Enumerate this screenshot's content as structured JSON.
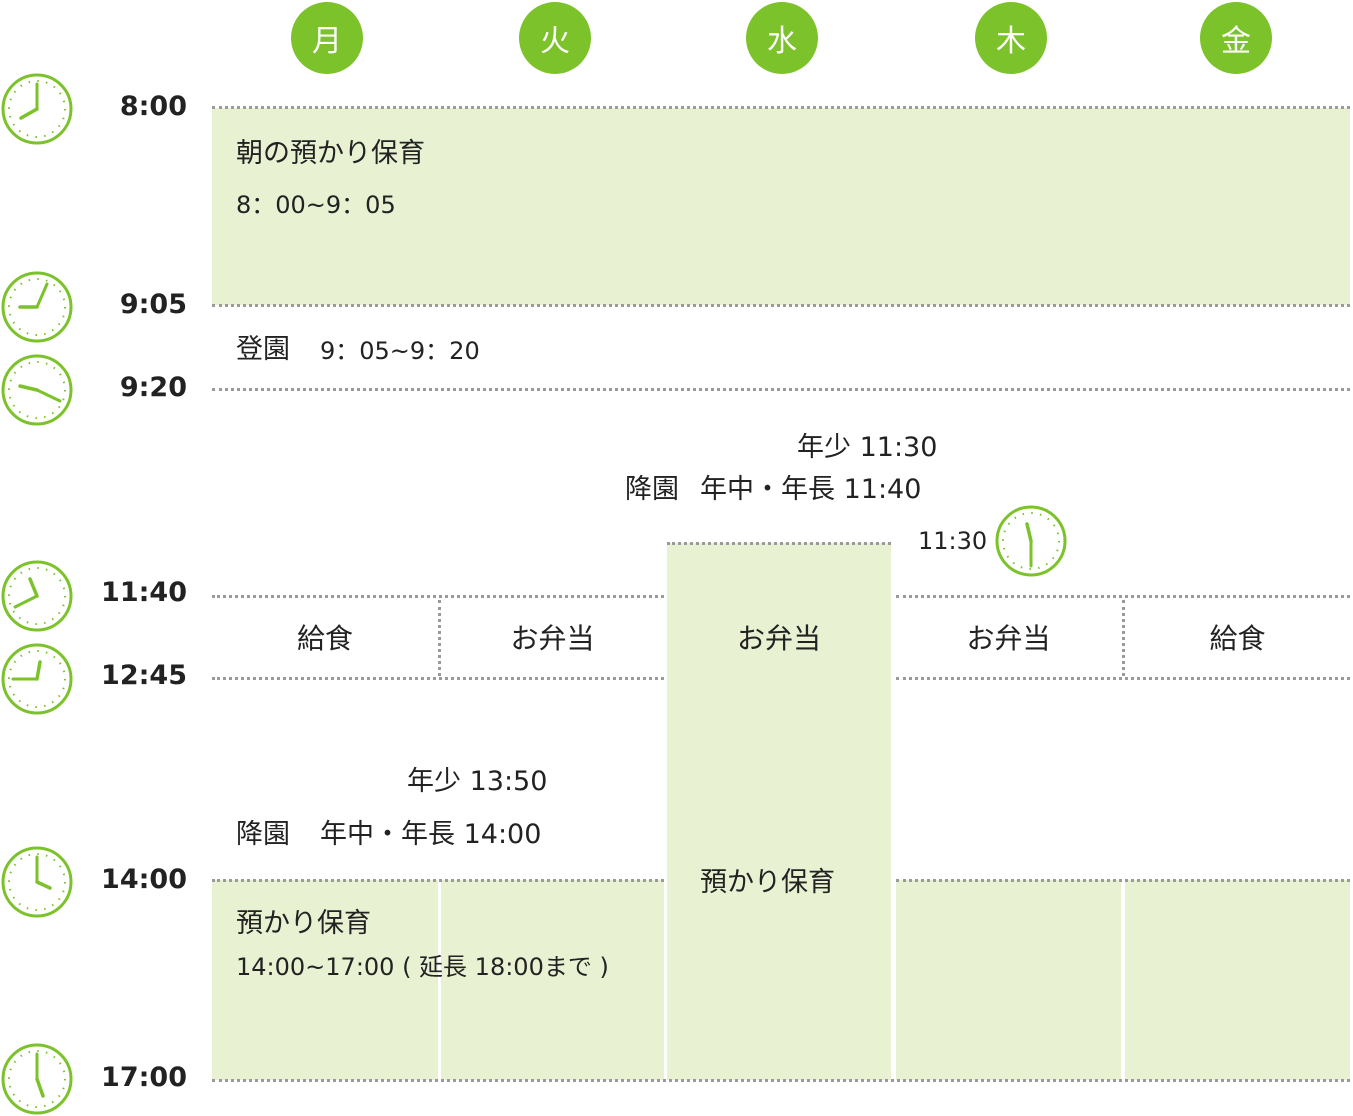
{
  "colors": {
    "accent": "#7cc22a",
    "block_fill": "#e8f2d3",
    "dotted": "#9a9a9a"
  },
  "days": [
    "月",
    "火",
    "水",
    "木",
    "金"
  ],
  "times": {
    "t0800": "8:00",
    "t0905": "9:05",
    "t0920": "9:20",
    "t1140": "11:40",
    "t1245": "12:45",
    "t1400": "14:00",
    "t1700": "17:00"
  },
  "morning_care": {
    "title": "朝の預かり保育",
    "time": "8：00~9：05"
  },
  "arrival": {
    "label": "登園",
    "time": "9：05~9：20"
  },
  "wednesday_pickup": {
    "nensho": "年少 11:30",
    "label": "降園",
    "nenchu_nencho": "年中・年長 11:40",
    "clock_time": "11:30"
  },
  "lunch": {
    "mon": "給食",
    "tue": "お弁当",
    "wed": "お弁当",
    "thu": "お弁当",
    "fri": "給食"
  },
  "afternoon_pickup": {
    "nensho": "年少 13:50",
    "label": "降園",
    "nenchu_nencho": "年中・年長 14:00"
  },
  "afternoon_care": {
    "title": "預かり保育",
    "time": "14:00~17:00 ( 延長 18:00まで )",
    "wed_title": "預かり保育"
  },
  "icons": {
    "clock": "clock-icon"
  }
}
